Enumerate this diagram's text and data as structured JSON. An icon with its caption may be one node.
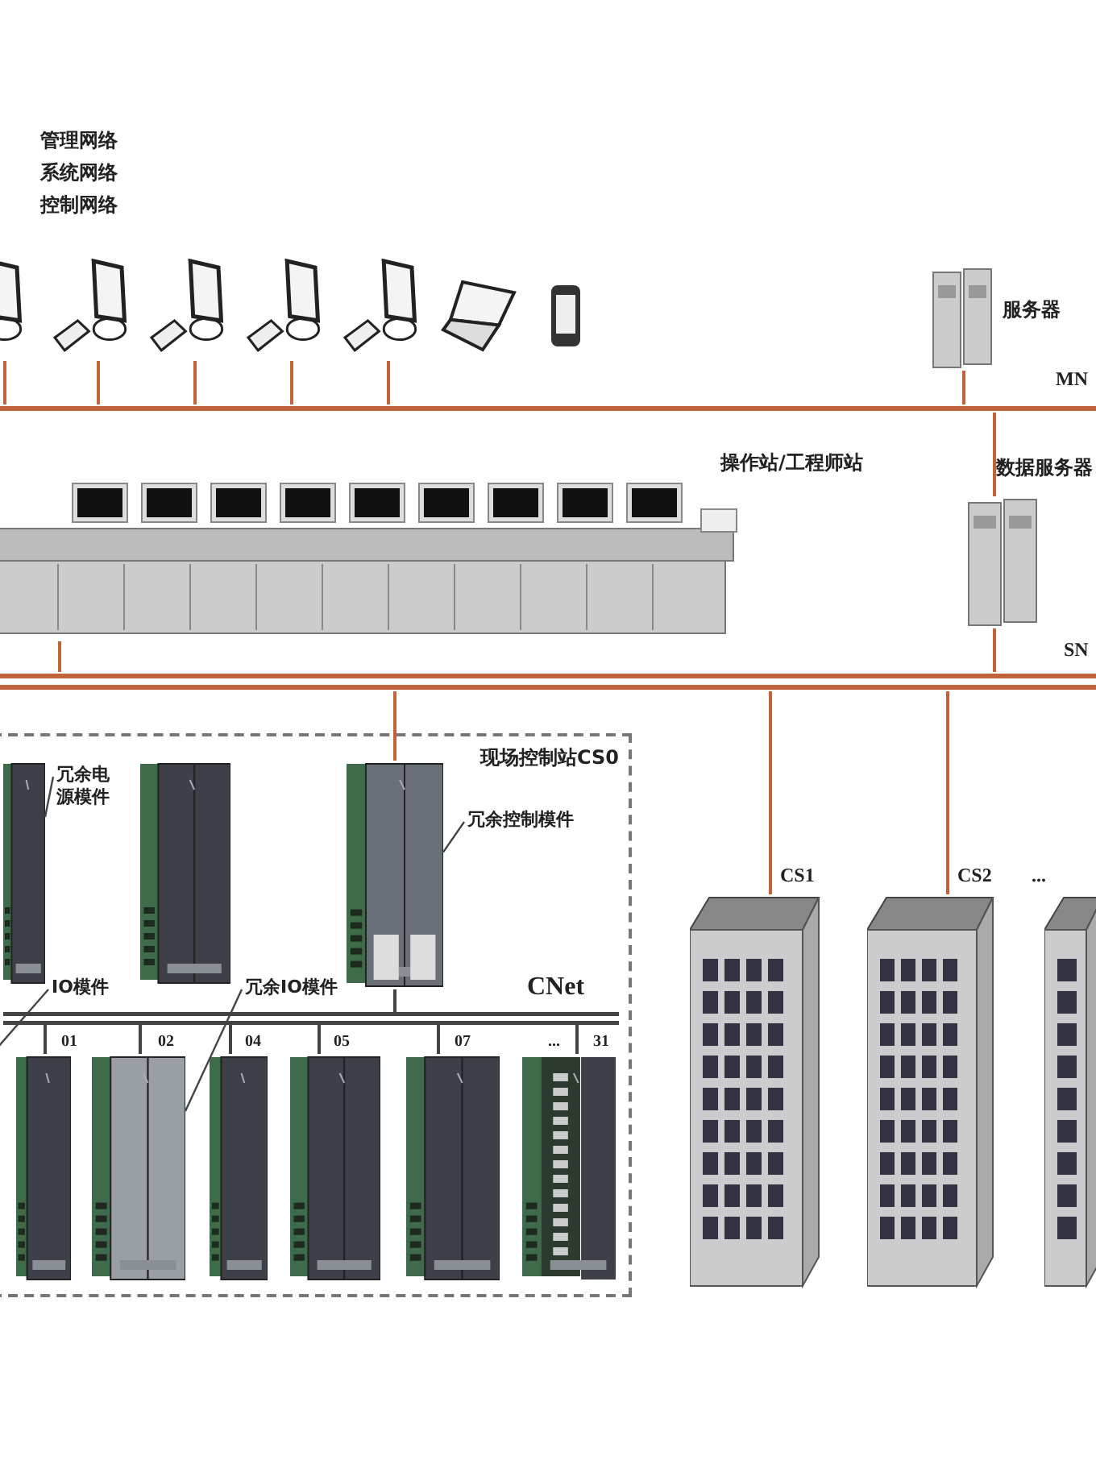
{
  "diagram": {
    "nodes": [
      {
        "text": [],
        "shape": "bar",
        "beside": [
          "MN"
        ]
      },
      {
        "text": [],
        "shape": "picture"
      },
      {
        "text": [],
        "shape": "picture"
      },
      {
        "text": [],
        "shape": "picture"
      },
      {
        "text": [],
        "shape": "picture"
      },
      {
        "text": [],
        "shape": "picture"
      },
      {
        "text": [],
        "shape": "picture"
      },
      {
        "text": [],
        "shape": "picture"
      },
      {
        "text": [],
        "shape": "picture",
        "beside": [
          "服务器"
        ]
      },
      {
        "text": [],
        "shape": "picture",
        "beside": [
          "操作站/工程师站"
        ]
      },
      {
        "text": [],
        "shape": "picture",
        "beside": [
          "数据服务器"
        ]
      },
      {
        "text": [],
        "shape": "bar",
        "beside": [
          "SN"
        ]
      },
      {
        "text": [
          "现场控制站CS0"
        ]
      },
      {
        "text": [],
        "shape": "picture",
        "in": 12
      },
      {
        "text": [
          "冗余电源模件"
        ],
        "in": 12
      },
      {
        "text": [],
        "shape": "picture",
        "in": 12
      },
      {
        "text": [],
        "shape": "picture",
        "in": 12
      },
      {
        "text": [
          "冗余控制模件"
        ],
        "in": 12
      },
      {
        "text": [],
        "shape": "bar",
        "in": 12,
        "beside": [
          "CNet"
        ]
      },
      {
        "text": [],
        "shape": "picture",
        "in": 12,
        "beside": [
          "01"
        ]
      },
      {
        "text": [],
        "shape": "picture",
        "in": 12,
        "beside": [
          "02"
        ]
      },
      {
        "text": [],
        "shape": "picture",
        "in": 12,
        "beside": [
          "04"
        ]
      },
      {
        "text": [],
        "shape": "picture",
        "in": 12,
        "beside": [
          "05"
        ]
      },
      {
        "text": [],
        "shape": "picture",
        "in": 12,
        "beside": [
          "07"
        ]
      },
      {
        "text": [],
        "shape": "picture",
        "in": 12,
        "beside": [
          "...",
          "31"
        ]
      },
      {
        "text": [
          "IO模件"
        ],
        "in": 12
      },
      {
        "text": [
          "冗余IO模件"
        ],
        "in": 12
      },
      {
        "text": [],
        "shape": "picture",
        "beside": [
          "CS1"
        ]
      },
      {
        "text": [],
        "shape": "picture",
        "beside": [
          "CS2"
        ]
      },
      {
        "text": [],
        "shape": "picture",
        "beside": [
          "..."
        ]
      }
    ],
    "edges": [
      {
        "from": 1,
        "to": 0,
        "arrow": "none"
      },
      {
        "from": 2,
        "to": 0,
        "arrow": "none"
      },
      {
        "from": 3,
        "to": 0,
        "arrow": "none"
      },
      {
        "from": 4,
        "to": 0,
        "arrow": "none"
      },
      {
        "from": 5,
        "to": 0,
        "arrow": "none"
      },
      {
        "from": 8,
        "to": 0,
        "arrow": "none"
      },
      {
        "from": 10,
        "to": 0,
        "arrow": "none"
      },
      {
        "from": 9,
        "to": 11,
        "arrow": "none"
      },
      {
        "from": 10,
        "to": 11,
        "arrow": "none"
      },
      {
        "from": 16,
        "to": 11,
        "arrow": "none"
      },
      {
        "from": 27,
        "to": 11,
        "arrow": "none"
      },
      {
        "from": 28,
        "to": 11,
        "arrow": "none"
      },
      {
        "from": 14,
        "to": 13,
        "arrow": "none",
        "color": "#444444"
      },
      {
        "from": 17,
        "to": 16,
        "arrow": "none",
        "color": "#444444"
      },
      {
        "from": 25,
        "to": null,
        "arrow": "none",
        "color": "#444444"
      },
      {
        "from": 26,
        "to": 20,
        "arrow": "none",
        "color": "#444444"
      },
      {
        "from": 16,
        "to": 18,
        "arrow": "none",
        "color": "#444444"
      },
      {
        "from": 19,
        "to": 18,
        "arrow": "none",
        "color": "#444444"
      },
      {
        "from": 20,
        "to": 18,
        "arrow": "none",
        "color": "#444444"
      },
      {
        "from": 21,
        "to": 18,
        "arrow": "none",
        "color": "#444444"
      },
      {
        "from": 22,
        "to": 18,
        "arrow": "none",
        "color": "#444444"
      },
      {
        "from": 23,
        "to": 18,
        "arrow": "none",
        "color": "#444444"
      },
      {
        "from": 24,
        "to": 18,
        "arrow": "none",
        "color": "#444444"
      }
    ],
    "legend": [
      {
        "text": "管理网络"
      },
      {
        "text": "系统网络"
      },
      {
        "text": "控制网络"
      }
    ]
  }
}
